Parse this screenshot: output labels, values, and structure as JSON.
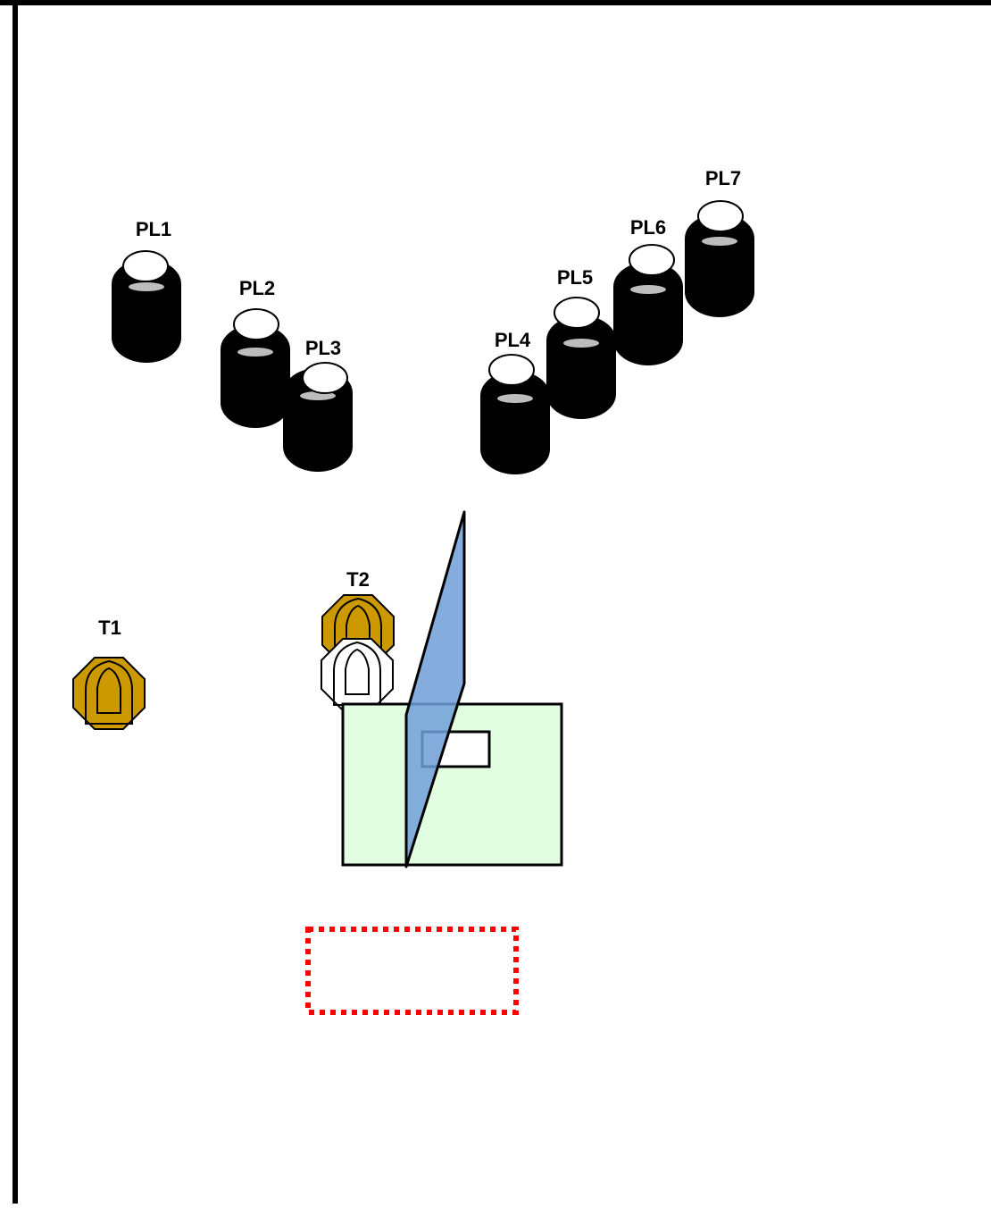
{
  "props": {
    "poppers": [
      {
        "id": "pl1",
        "label": "PL1"
      },
      {
        "id": "pl2",
        "label": "PL2"
      },
      {
        "id": "pl3",
        "label": "PL3"
      },
      {
        "id": "pl4",
        "label": "PL4"
      },
      {
        "id": "pl5",
        "label": "PL5"
      },
      {
        "id": "pl6",
        "label": "PL6"
      },
      {
        "id": "pl7",
        "label": "PL7"
      }
    ],
    "targets": [
      {
        "id": "t1",
        "label": "T1"
      },
      {
        "id": "t2",
        "label": "T2"
      }
    ]
  },
  "colors": {
    "tire": "#000000",
    "target_brown": "#CC9900",
    "shooting_box": "#E1FEE1",
    "wall_blue": "#6F9FD8",
    "fault_line": "#FF0000"
  }
}
